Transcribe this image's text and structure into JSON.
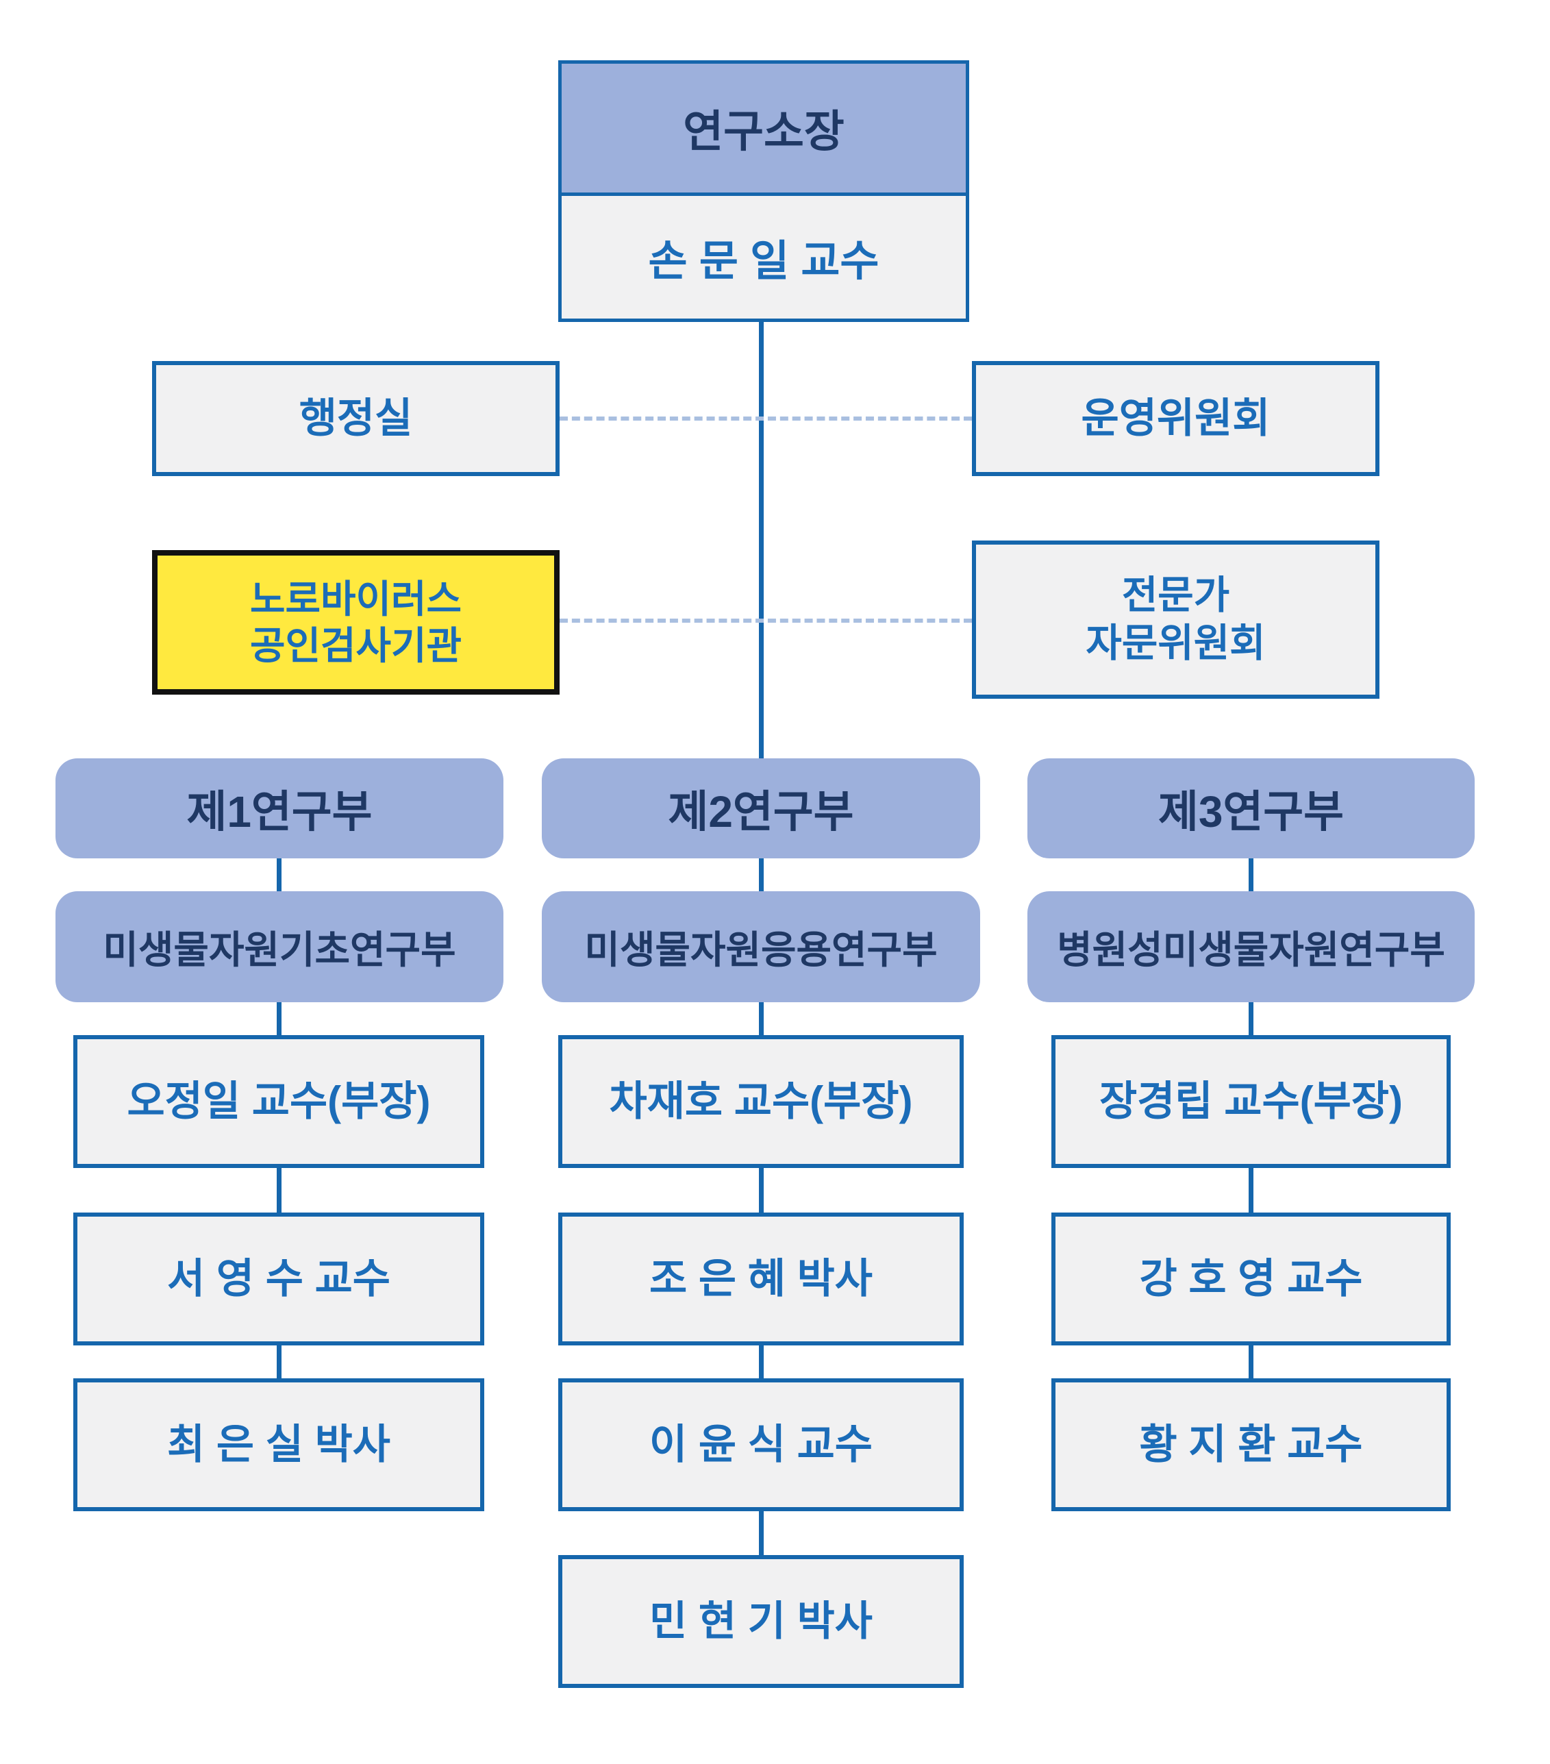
{
  "colors": {
    "line-blue": "#1566AC",
    "text-blue": "#1B6CB8",
    "navy-text": "#1F3864",
    "purple-fill": "#9DB0DC",
    "gray-fill": "#F1F1F2",
    "yellow-fill": "#FFE93F",
    "dash-blue": "#A9BFE0",
    "black-line": "#111111"
  },
  "director": {
    "title": "연구소장",
    "name": "손 문 일 교수"
  },
  "admin_office": {
    "label": "행정실"
  },
  "steering_committee": {
    "label": "운영위원회"
  },
  "norovirus_lab": {
    "line1": "노로바이러스",
    "line2": "공인검사기관"
  },
  "advisory_committee": {
    "line1": "전문가",
    "line2": "자문위원회"
  },
  "departments": [
    {
      "title": "제1연구부",
      "subtitle": "미생물자원기초연구부",
      "members": [
        "오정일 교수(부장)",
        "서 영 수 교수",
        "최 은 실 박사"
      ]
    },
    {
      "title": "제2연구부",
      "subtitle": "미생물자원응용연구부",
      "members": [
        "차재호 교수(부장)",
        "조 은 혜 박사",
        "이 윤 식 교수",
        "민 현 기 박사"
      ]
    },
    {
      "title": "제3연구부",
      "subtitle": "병원성미생물자원연구부",
      "members": [
        "장경립 교수(부장)",
        "강 호 영 교수",
        "황 지 환 교수"
      ]
    }
  ]
}
